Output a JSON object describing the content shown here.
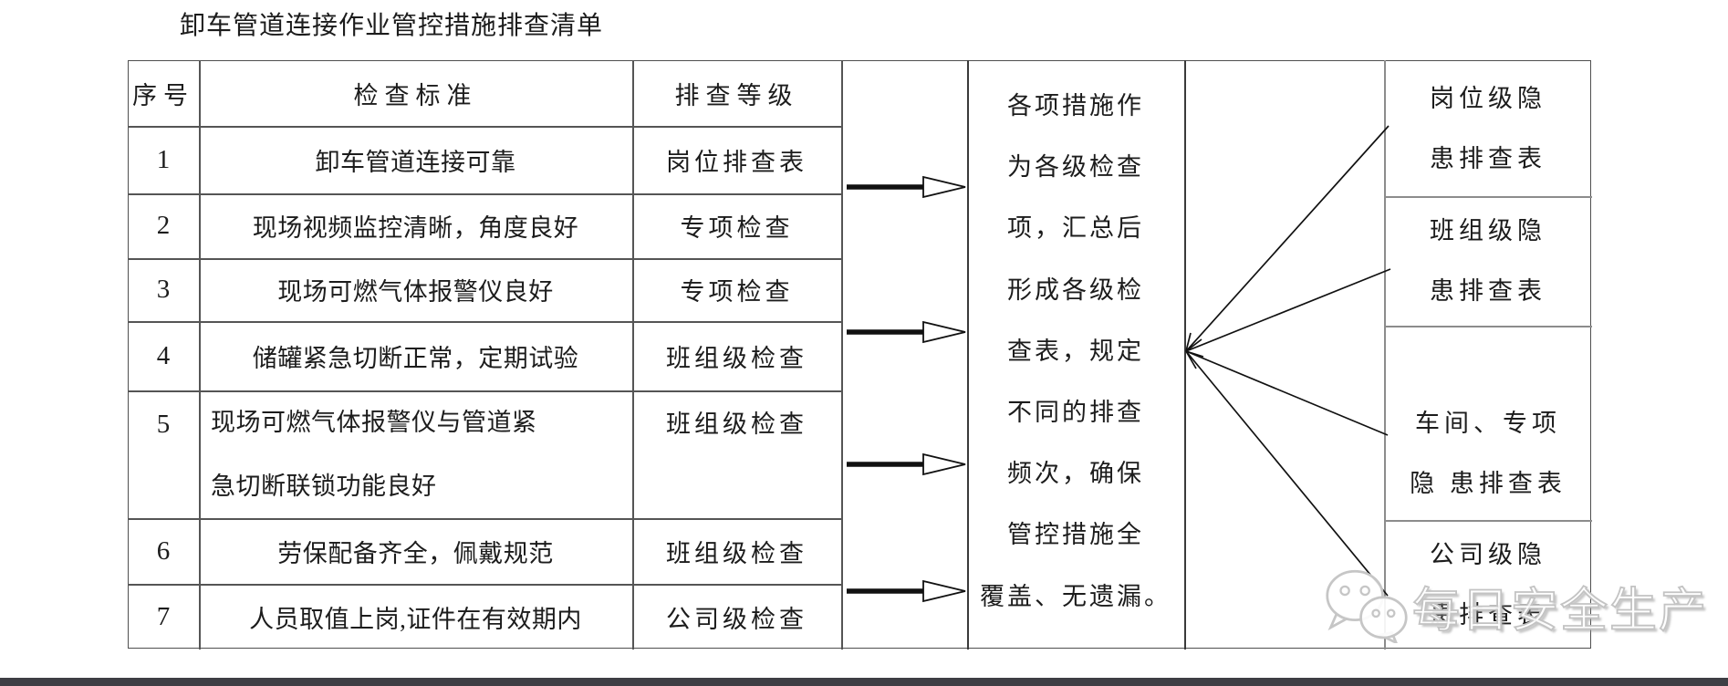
{
  "title": "卸车管道连接作业管控措施排查清单",
  "table": {
    "headers": {
      "no": "序号",
      "standard": "检查标准",
      "level": "排查等级"
    },
    "rows": [
      {
        "no": "1",
        "standard": "卸车管道连接可靠",
        "level": "岗位排查表"
      },
      {
        "no": "2",
        "standard": "现场视频监控清晰，角度良好",
        "level": "专项检查"
      },
      {
        "no": "3",
        "standard": "现场可燃气体报警仪良好",
        "level": "专项检查"
      },
      {
        "no": "4",
        "standard": "储罐紧急切断正常，定期试验",
        "level": "班组级检查"
      },
      {
        "no": "5",
        "standard": "现场可燃气体报警仪与管道紧\n急切断联锁功能良好",
        "level": "班组级检查"
      },
      {
        "no": "6",
        "standard": "劳保配备齐全，佩戴规范",
        "level": "班组级检查"
      },
      {
        "no": "7",
        "standard": "人员取值上岗,证件在有效期内",
        "level": "公司级检查"
      }
    ]
  },
  "summary": {
    "lines": [
      "各项措施作",
      "为各级检查",
      "项，汇总后",
      "形成各级检",
      "查表，规定",
      "不同的排查",
      "频次，确保",
      "管控措施全",
      "覆盖、无遗漏。"
    ]
  },
  "output_tables": [
    {
      "label": "岗位级隐\n患排查表"
    },
    {
      "label": "班组级隐\n患排查表"
    },
    {
      "label": "车间、专项\n隐 患排查表"
    },
    {
      "label": "公司级隐\n患排查表"
    }
  ],
  "watermark": {
    "icon": "wechat-icon",
    "text": "每日安全生产"
  },
  "colors": {
    "table_border": "#4f4f4f",
    "box_border": "#8c8c8c",
    "watermark_gray": "#c3c3c3",
    "bottom_bar": "#3e3e44",
    "text": "#1c1c1c"
  }
}
